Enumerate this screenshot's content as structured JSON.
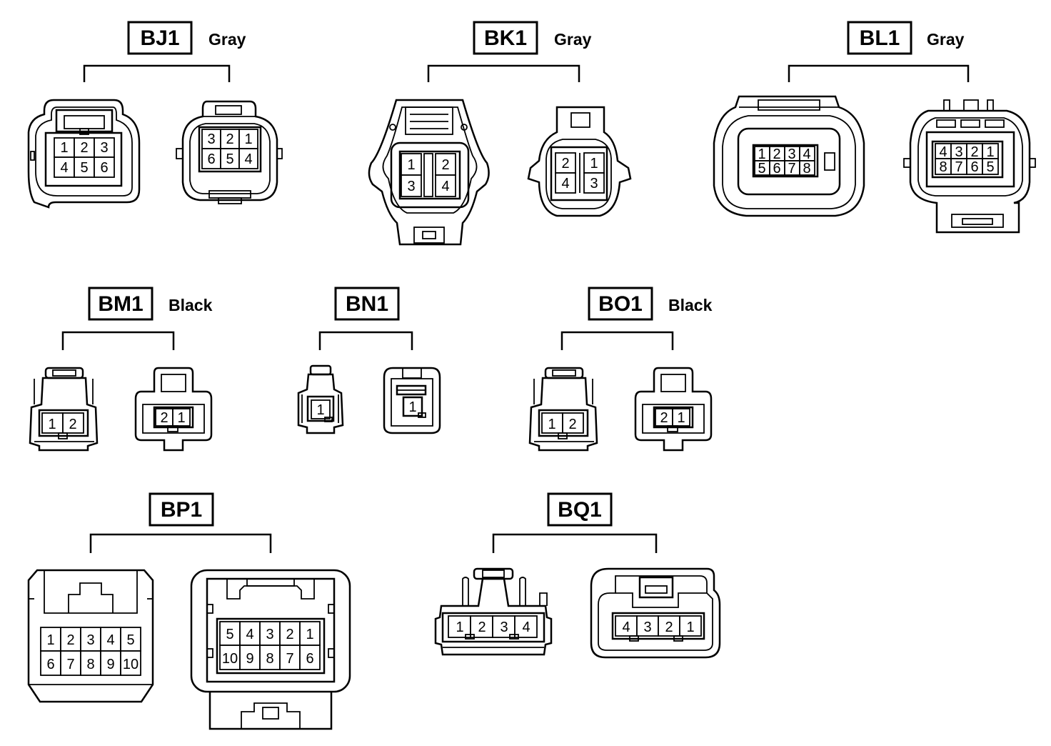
{
  "connectors": [
    {
      "code": "BJ1",
      "color": "Gray",
      "female_pins": [
        [
          "1",
          "2",
          "3"
        ],
        [
          "4",
          "5",
          "6"
        ]
      ],
      "male_pins": [
        [
          "3",
          "2",
          "1"
        ],
        [
          "6",
          "5",
          "4"
        ]
      ]
    },
    {
      "code": "BK1",
      "color": "Gray",
      "female_pins": [
        [
          "1",
          "2"
        ],
        [
          "3",
          "4"
        ]
      ],
      "male_pins": [
        [
          "2",
          "1"
        ],
        [
          "4",
          "3"
        ]
      ]
    },
    {
      "code": "BL1",
      "color": "Gray",
      "female_pins": [
        [
          "1",
          "2",
          "3",
          "4"
        ],
        [
          "5",
          "6",
          "7",
          "8"
        ]
      ],
      "male_pins": [
        [
          "4",
          "3",
          "2",
          "1"
        ],
        [
          "8",
          "7",
          "6",
          "5"
        ]
      ]
    },
    {
      "code": "BM1",
      "color": "Black",
      "female_pins": [
        [
          "1",
          "2"
        ]
      ],
      "male_pins": [
        [
          "2",
          "1"
        ]
      ]
    },
    {
      "code": "BN1",
      "color": "",
      "female_pins": [
        [
          "1"
        ]
      ],
      "male_pins": [
        [
          "1"
        ]
      ]
    },
    {
      "code": "BO1",
      "color": "Black",
      "female_pins": [
        [
          "1",
          "2"
        ]
      ],
      "male_pins": [
        [
          "2",
          "1"
        ]
      ]
    },
    {
      "code": "BP1",
      "color": "",
      "female_pins": [
        [
          "1",
          "2",
          "3",
          "4",
          "5"
        ],
        [
          "6",
          "7",
          "8",
          "9",
          "10"
        ]
      ],
      "male_pins": [
        [
          "5",
          "4",
          "3",
          "2",
          "1"
        ],
        [
          "10",
          "9",
          "8",
          "7",
          "6"
        ]
      ]
    },
    {
      "code": "BQ1",
      "color": "",
      "female_pins": [
        [
          "1",
          "2",
          "3",
          "4"
        ]
      ],
      "male_pins": [
        [
          "4",
          "3",
          "2",
          "1"
        ]
      ]
    }
  ]
}
